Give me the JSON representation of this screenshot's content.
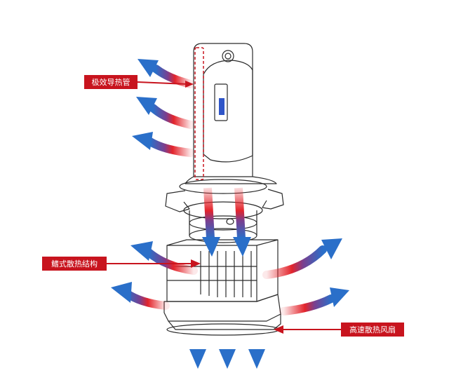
{
  "callouts": {
    "heat_pipe": "极效导热管",
    "fin_structure": "鳍式散热结构",
    "fan": "高速散热风扇"
  },
  "colors": {
    "callout_red": "#c8141e",
    "arrow_red": "#e3242b",
    "arrow_blue": "#2a6fc9",
    "outline": "#2b2b2b",
    "led_chip": "#2f55c8"
  },
  "icons": {
    "airflow": "airflow-arrow-icon"
  }
}
